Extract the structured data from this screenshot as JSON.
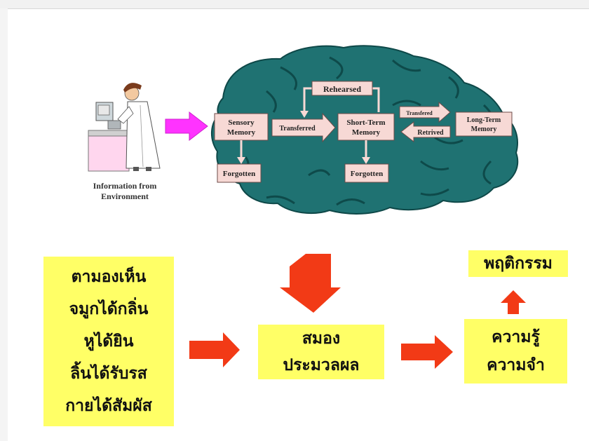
{
  "upper_diagram": {
    "caption": [
      "Information from",
      "Environment"
    ],
    "rehearsed": "Rehearsed",
    "sensory_memory": [
      "Sensory",
      "Memory"
    ],
    "transferred_1": "Transferred",
    "short_term_memory": [
      "Short-Term",
      "Memory"
    ],
    "transferred_2": "Transfered",
    "retrieved": "Retrived",
    "long_term_memory": [
      "Long-Term",
      "Memory"
    ],
    "forgotten_1": "Forgotten",
    "forgotten_2": "Forgotten"
  },
  "lower_diagram": {
    "senses": [
      "ตามองเห็น",
      "จมูกได้กลิ่น",
      "หูได้ยิน",
      "ลิ้นได้รับรส",
      "กายได้สัมผัส"
    ],
    "brain": [
      "สมอง",
      "ประมวลผล"
    ],
    "knowledge": [
      "ความรู้",
      "ความจำ"
    ],
    "behavior": "พฤติกรรม"
  },
  "colors": {
    "brain": "#1f7272",
    "box_fill": "#f7d9d5",
    "yellow": "#ffff66",
    "red_arrow": "#f23a16",
    "magenta_arrow": "#ff33ff"
  }
}
